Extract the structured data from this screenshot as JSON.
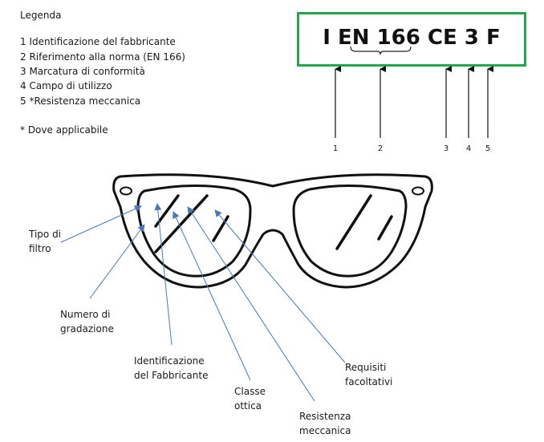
{
  "legend": {
    "title": "Legenda",
    "items": [
      "1 Identificazione del fabbricante",
      "2 Riferimento alla norma (EN 166)",
      "3 Marcatura di conformità",
      "4 Campo di utilizzo",
      "5 *Resistenza meccanica"
    ],
    "note": "* Dove applicabile"
  },
  "marking": {
    "text": "I EN 166 CE 3 F",
    "numbers": [
      "1",
      "2",
      "3",
      "4",
      "5"
    ],
    "border_color": "#22a64a"
  },
  "glasses": {
    "labels": {
      "filter_type": [
        "Tipo di",
        "filtro"
      ],
      "grade_number": [
        "Numero di",
        "gradazione"
      ],
      "manufacturer_id": [
        "Identificazione",
        "del Fabbricante"
      ],
      "optical_class": [
        "Classe",
        "ottica"
      ],
      "mechanical_resistance": [
        "Resistenza",
        "meccanica"
      ],
      "optional_requirements": [
        "Requisiti",
        "facoltativi"
      ]
    },
    "leader_color": "#4a78b4"
  }
}
